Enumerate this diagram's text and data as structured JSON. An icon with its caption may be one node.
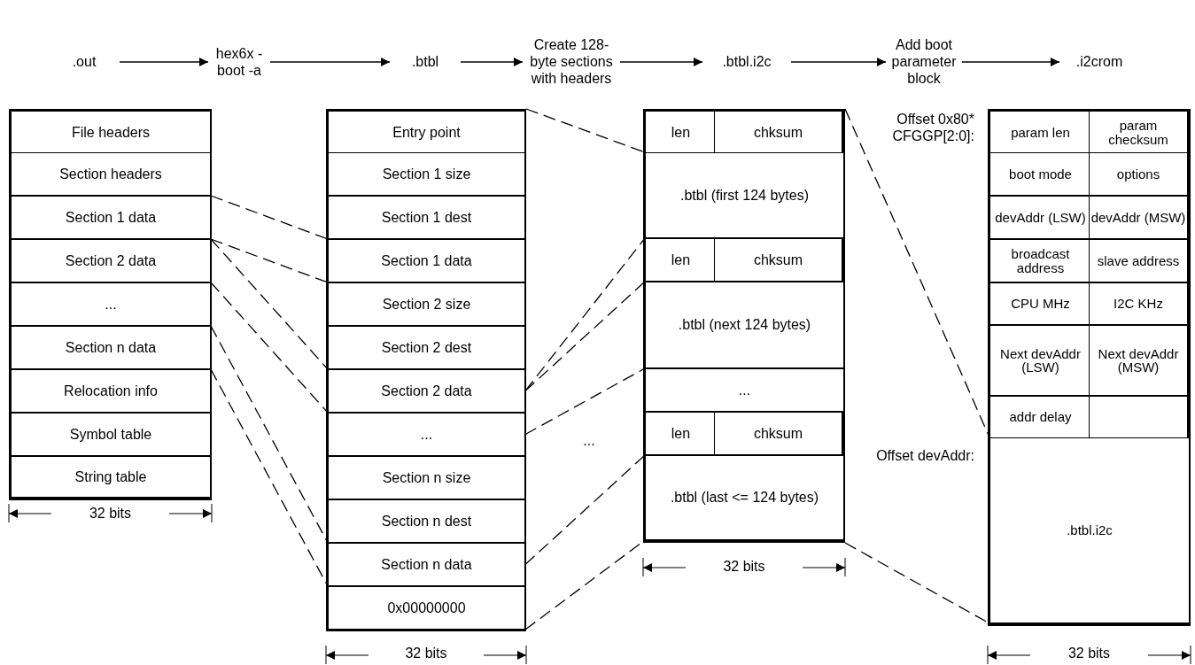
{
  "diagram": {
    "nodes": [
      {
        "text": [
          ".out"
        ]
      },
      {
        "text": [
          "hex6x -boot -a"
        ]
      },
      {
        "text": [
          ".btbl"
        ]
      },
      {
        "text": [
          "Create 128-byte sections with headers"
        ]
      },
      {
        "text": [
          ".btbl.i2c"
        ]
      },
      {
        "text": [
          "Add boot parameter block"
        ]
      },
      {
        "text": [
          ".i2crom"
        ]
      },
      {
        "text": [],
        "shape": "box"
      },
      {
        "text": [
          "File headers"
        ],
        "in": 7
      },
      {
        "text": [
          "Section headers"
        ],
        "in": 7
      },
      {
        "text": [
          "Section 1 data"
        ],
        "in": 7
      },
      {
        "text": [
          "Section 2 data"
        ],
        "in": 7
      },
      {
        "text": [
          "..."
        ],
        "in": 7
      },
      {
        "text": [
          "Section n data"
        ],
        "in": 7
      },
      {
        "text": [
          "Relocation info"
        ],
        "in": 7
      },
      {
        "text": [
          "Symbol table"
        ],
        "in": 7
      },
      {
        "text": [
          "String table"
        ],
        "in": 7
      },
      {
        "text": [],
        "shape": "box"
      },
      {
        "text": [
          "Entry point"
        ],
        "in": 17
      },
      {
        "text": [
          "Section 1 size"
        ],
        "in": 17
      },
      {
        "text": [
          "Section 1 dest"
        ],
        "in": 17
      },
      {
        "text": [
          "Section 1 data"
        ],
        "in": 17
      },
      {
        "text": [
          "Section 2 size"
        ],
        "in": 17
      },
      {
        "text": [
          "Section 2 dest"
        ],
        "in": 17
      },
      {
        "text": [
          "Section 2 data"
        ],
        "in": 17
      },
      {
        "text": [
          "..."
        ],
        "in": 17
      },
      {
        "text": [
          "Section n size"
        ],
        "in": 17
      },
      {
        "text": [
          "Section n dest"
        ],
        "in": 17
      },
      {
        "text": [
          "Section n data"
        ],
        "in": 17
      },
      {
        "text": [
          "0x00000000"
        ],
        "in": 17
      },
      {
        "text": [],
        "shape": "box"
      },
      {
        "text": [
          "len"
        ],
        "in": 30
      },
      {
        "text": [
          "chksum"
        ],
        "in": 30
      },
      {
        "text": [
          ".btbl (first 124 bytes)"
        ],
        "in": 30
      },
      {
        "text": [
          "len"
        ],
        "in": 30
      },
      {
        "text": [
          "chksum"
        ],
        "in": 30
      },
      {
        "text": [
          ".btbl (next 124 bytes)"
        ],
        "in": 30
      },
      {
        "text": [
          "..."
        ],
        "in": 30
      },
      {
        "text": [
          "len"
        ],
        "in": 30
      },
      {
        "text": [
          "chksum"
        ],
        "in": 30
      },
      {
        "text": [
          ".btbl (last <= 124 bytes)"
        ],
        "in": 30
      },
      {
        "text": [],
        "shape": "box"
      },
      {
        "text": [
          "param len"
        ],
        "in": 41
      },
      {
        "text": [
          "param checksum"
        ],
        "in": 41
      },
      {
        "text": [
          "boot mode"
        ],
        "in": 41
      },
      {
        "text": [
          "options"
        ],
        "in": 41
      },
      {
        "text": [
          "devAddr (LSW)"
        ],
        "in": 41
      },
      {
        "text": [
          "devAddr (MSW)"
        ],
        "in": 41
      },
      {
        "text": [
          "broadcast address"
        ],
        "in": 41
      },
      {
        "text": [
          "slave address"
        ],
        "in": 41
      },
      {
        "text": [
          "CPU MHz"
        ],
        "in": 41
      },
      {
        "text": [
          "I2C KHz"
        ],
        "in": 41
      },
      {
        "text": [
          "Next devAddr (LSW)"
        ],
        "in": 41
      },
      {
        "text": [
          "Next devAddr (MSW)"
        ],
        "in": 41
      },
      {
        "text": [
          "addr delay"
        ],
        "in": 41
      },
      {
        "text": [],
        "shape": "box",
        "in": 41
      },
      {
        "text": [
          ".btbl.i2c"
        ],
        "in": 41
      }
    ],
    "edges": [
      {
        "from": 0,
        "to": 1,
        "arrow": "to"
      },
      {
        "from": 1,
        "to": 2,
        "arrow": "to"
      },
      {
        "from": 2,
        "to": 3,
        "arrow": "to"
      },
      {
        "from": 3,
        "to": 4,
        "arrow": "to"
      },
      {
        "from": 4,
        "to": 5,
        "arrow": "to"
      },
      {
        "from": 5,
        "to": 6,
        "arrow": "to"
      },
      {
        "from": 10,
        "to": 21,
        "arrow": "none",
        "style": "dashed"
      },
      {
        "from": 10,
        "to": 21,
        "arrow": "none",
        "style": "dashed"
      },
      {
        "from": 11,
        "to": 24,
        "arrow": "none",
        "style": "dashed"
      },
      {
        "from": 11,
        "to": 24,
        "arrow": "none",
        "style": "dashed"
      },
      {
        "from": 13,
        "to": 28,
        "arrow": "none",
        "style": "dashed"
      },
      {
        "from": 13,
        "to": 28,
        "arrow": "none",
        "style": "dashed"
      },
      {
        "from": 17,
        "to": 33,
        "arrow": "none",
        "style": "dashed"
      },
      {
        "from": 24,
        "to": 34,
        "arrow": "none",
        "style": "dashed"
      },
      {
        "from": 24,
        "to": 36,
        "arrow": "none",
        "style": "dashed"
      },
      {
        "from": 25,
        "to": 37,
        "arrow": "none",
        "style": "dashed"
      },
      {
        "from": 28,
        "to": 40,
        "arrow": "none",
        "style": "dashed"
      },
      {
        "from": 29,
        "to": 40,
        "arrow": "none",
        "style": "dashed"
      },
      {
        "from": 30,
        "to": 56,
        "arrow": "none",
        "style": "dashed"
      },
      {
        "from": 30,
        "to": 56,
        "arrow": "none",
        "style": "dashed"
      }
    ],
    "labels": [
      "Offset 0x80* CFGGP[2:0]:",
      "...",
      "Offset devAddr:",
      "32 bits",
      "32 bits",
      "32 bits",
      "32 bits"
    ]
  }
}
